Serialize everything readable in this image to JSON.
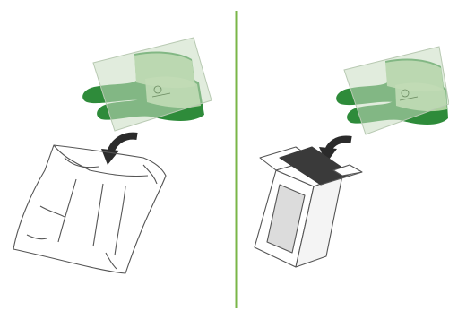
{
  "figure": {
    "panels": [
      {
        "name": "left",
        "subject": "socks-into-bag",
        "icons": [
          "socks-in-sleeve-icon",
          "arrow-down-icon",
          "plastic-bag-icon"
        ]
      },
      {
        "name": "right",
        "subject": "socks-into-box",
        "icons": [
          "socks-in-sleeve-icon",
          "arrow-down-icon",
          "open-box-icon"
        ]
      }
    ],
    "colors": {
      "divider": "#7ab648",
      "sock_dark": "#2e8b3a",
      "sock_light": "#b9d9a8",
      "sleeve": "#c9ddc1",
      "arrow": "#2b2b2b",
      "outline": "#555555",
      "box_band": "#3a3a3a"
    }
  }
}
